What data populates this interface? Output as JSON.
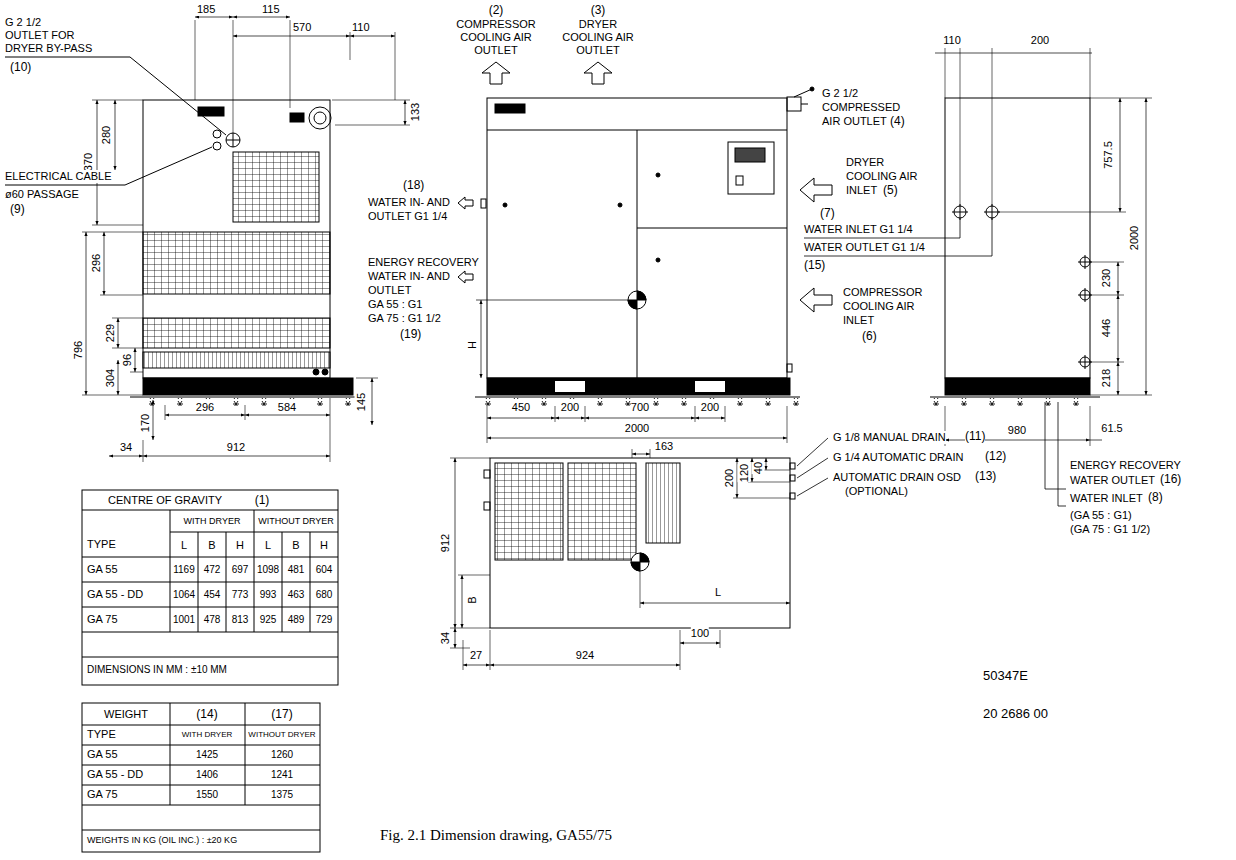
{
  "diagram": {
    "caption": "Fig. 2.1 Dimension drawing, GA55/75",
    "labels": [
      "G 2 1/2",
      "OUTLET FOR",
      "DRYER BY-PASS",
      "(10)",
      "185",
      "115",
      "570",
      "110",
      "133",
      "370",
      "280",
      "ELECTRICAL CABLE",
      "ø60 PASSAGE",
      "(9)",
      "296",
      "796",
      "229",
      "96",
      "304",
      "170",
      "296",
      "584",
      "34",
      "912",
      "145",
      "(2)",
      "COMPRESSOR",
      "COOLING AIR",
      "OUTLET",
      "(3)",
      "DRYER",
      "COOLING AIR",
      "OUTLET",
      "G 2 1/2",
      "COMPRESSED",
      "AIR OUTLET",
      "(4)",
      "DRYER",
      "COOLING AIR",
      "INLET",
      "(5)",
      "(18)",
      "WATER IN- AND",
      "OUTLET G1 1/4",
      "(7)",
      "WATER INLET G1 1/4",
      "WATER OUTLET G1 1/4",
      "(15)",
      "ENERGY RECOVERY",
      "WATER IN- AND",
      "OUTLET",
      "GA 55 : G1",
      "GA 75 : G1 1/2",
      "(19)",
      "COMPRESSOR",
      "COOLING AIR",
      "INLET",
      "(6)",
      "H",
      "450",
      "200",
      "700",
      "200",
      "2000",
      "110",
      "200",
      "757.5",
      "2000",
      "230",
      "446",
      "218",
      "980",
      "61.5",
      "ENERGY RECOVERY",
      "WATER OUTLET",
      "(16)",
      "WATER INLET",
      "(8)",
      "(GA 55 : G1)",
      "(GA 75 : G1 1/2)",
      "163",
      "200",
      "120",
      "40",
      "G 1/8 MANUAL DRAIN",
      "(11)",
      "G 1/4 AUTOMATIC DRAIN",
      "(12)",
      "AUTOMATIC DRAIN OSD",
      "(13)",
      "(OPTIONAL)",
      "912",
      "B",
      "L",
      "34",
      "27",
      "924",
      "100",
      "50347E",
      "20 2686 00",
      "CENTRE OF GRAVITY",
      "(1)",
      "WITH DRYER",
      "WITHOUT DRYER",
      "TYPE",
      "L",
      "B",
      "H",
      "L",
      "B",
      "H",
      "GA 55",
      "1169",
      "472",
      "697",
      "1098",
      "481",
      "604",
      "GA 55 - DD",
      "1064",
      "454",
      "773",
      "993",
      "463",
      "680",
      "GA 75",
      "1001",
      "478",
      "813",
      "925",
      "489",
      "729",
      "DIMENSIONS IN MM : ±10 MM",
      "WEIGHT",
      "(14)",
      "(17)",
      "TYPE",
      "WITH DRYER",
      "WITHOUT DRYER",
      "GA 55",
      "1425",
      "1260",
      "GA 55 - DD",
      "1406",
      "1241",
      "GA 75",
      "1550",
      "1375",
      "WEIGHTS IN KG (OIL INC.) : ±20 KG"
    ]
  }
}
